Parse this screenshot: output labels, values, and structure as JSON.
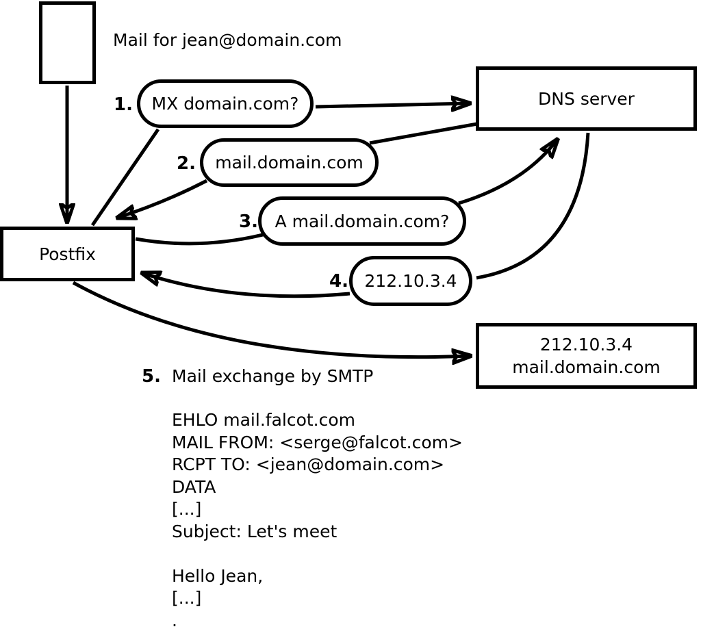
{
  "mail_note": "Mail for jean@domain.com",
  "nodes": {
    "postfix": "Postfix",
    "dns_server": "DNS server",
    "mail_server": {
      "line1": "212.10.3.4",
      "line2": "mail.domain.com"
    }
  },
  "steps": [
    {
      "num": "1.",
      "label": "MX domain.com?"
    },
    {
      "num": "2.",
      "label": "mail.domain.com"
    },
    {
      "num": "3.",
      "label": "A mail.domain.com?"
    },
    {
      "num": "4.",
      "label": "212.10.3.4"
    },
    {
      "num": "5.",
      "label": "Mail exchange by SMTP"
    }
  ],
  "smtp_session": {
    "lines": [
      "EHLO mail.falcot.com",
      "MAIL FROM: <serge@falcot.com>",
      "RCPT TO: <jean@domain.com>",
      "DATA",
      "[...]",
      "Subject: Let's meet",
      "",
      "Hello Jean,",
      "[...]",
      "."
    ]
  },
  "colors": {
    "ink": "#000000",
    "background": "#ffffff"
  }
}
